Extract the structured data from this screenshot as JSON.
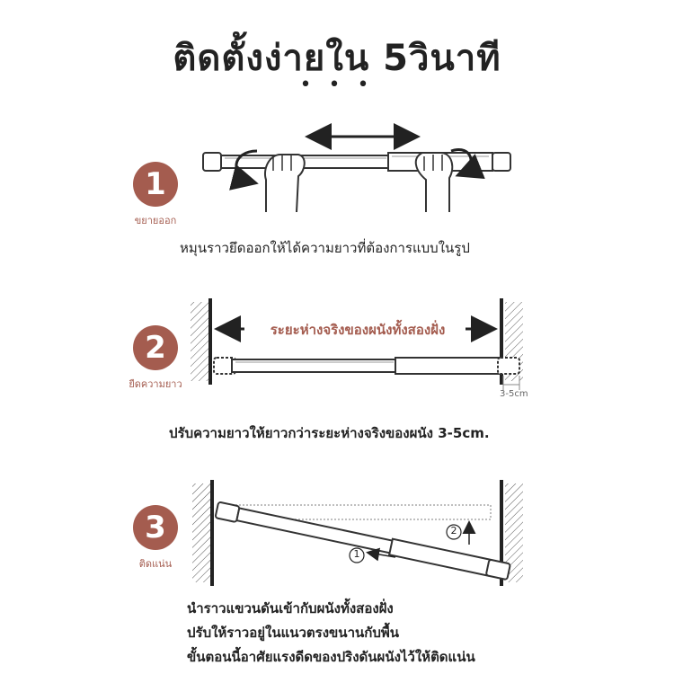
{
  "header": {
    "title": "ติดตั้งง่ายใน 5วินาที",
    "dots": "• • •"
  },
  "steps": [
    {
      "number": "1",
      "label": "ขยายออก",
      "caption": "หมุนราวยึดออกให้ได้ความยาวที่ต้องการแบบในรูป"
    },
    {
      "number": "2",
      "label": "ยืดความยาว",
      "annotation": "ระยะห่างจริงของผนังทั้งสองฝั่ง",
      "gap_label": "3-5cm",
      "caption": "ปรับความยาวให้ยาวกว่าระยะห่างจริงของผนัง 3-5cm."
    },
    {
      "number": "3",
      "label": "ติดแน่น",
      "marker_1": "1",
      "marker_2": "2",
      "instructions": [
        "นำราวแขวนดันเข้ากับผนังทั้งสองฝั่ง",
        "ปรับให้ราวอยู่ในแนวตรงขนานกับพื้น",
        "ขั้นตอนนี้อาศัยแรงดีดของปริงดันผนังไว้ให้ติดแน่น"
      ]
    }
  ],
  "colors": {
    "accent": "#a45c4f",
    "ink": "#222222"
  }
}
